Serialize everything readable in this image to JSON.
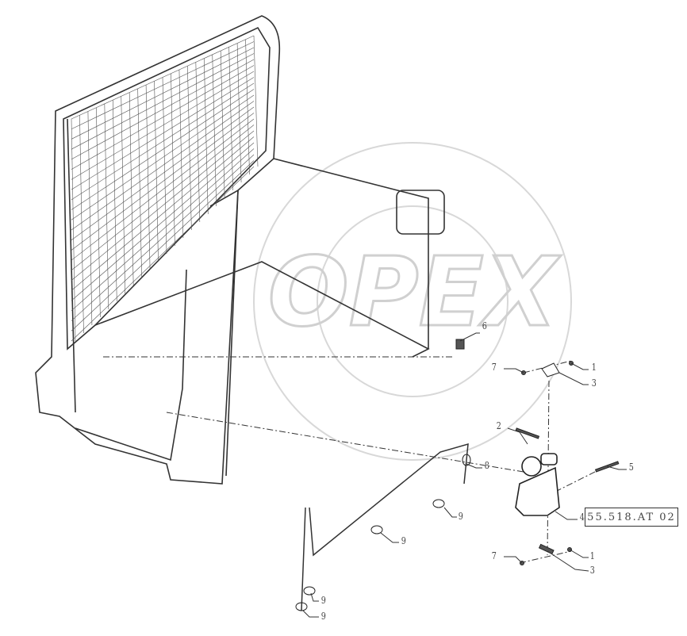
{
  "watermark": "OPEX",
  "reference_code": "55.518.AT 02",
  "callouts": [
    {
      "label": "6"
    },
    {
      "label": "7"
    },
    {
      "label": "1"
    },
    {
      "label": "3"
    },
    {
      "label": "2"
    },
    {
      "label": "8"
    },
    {
      "label": "5"
    },
    {
      "label": "4"
    },
    {
      "label": "9"
    },
    {
      "label": "9"
    },
    {
      "label": "7"
    },
    {
      "label": "1"
    },
    {
      "label": "3"
    },
    {
      "label": "9"
    },
    {
      "label": "9"
    }
  ]
}
